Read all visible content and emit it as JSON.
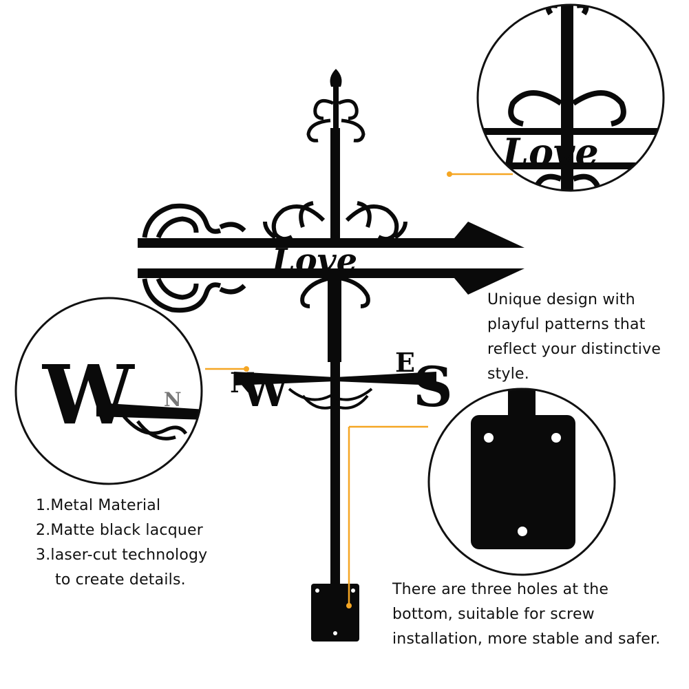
{
  "product": {
    "word": "Love",
    "directions": {
      "west": "W",
      "north": "N",
      "east": "E",
      "south": "S"
    }
  },
  "captions": {
    "design": [
      "Unique design with",
      "playful patterns that",
      "reflect your distinctive",
      "style."
    ],
    "features": [
      "1.Metal Material",
      "2.Matte black lacquer",
      "3.laser-cut technology",
      "to create details."
    ],
    "holes": [
      "There are three holes at the",
      "bottom, suitable for screw",
      "installation, more stable and safer."
    ]
  },
  "colors": {
    "metal": "#0a0a0a",
    "callout_line": "#f5a623",
    "text": "#111111",
    "background": "#ffffff"
  }
}
